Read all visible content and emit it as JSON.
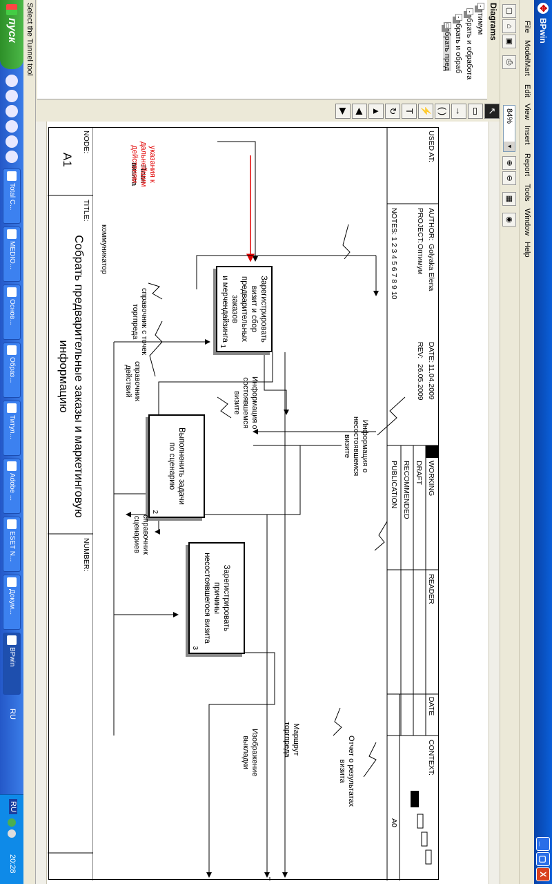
{
  "window": {
    "title": "BPwin",
    "minimize": "_",
    "maximize": "▢",
    "close": "X"
  },
  "menu": [
    "File",
    "ModelMart",
    "Edit",
    "View",
    "Insert",
    "Report",
    "Tools",
    "Window",
    "Help"
  ],
  "toolbar": {
    "zoom": "84%"
  },
  "diagrams_panel": {
    "header": "Diagrams",
    "items": [
      {
        "label": "Оптимум",
        "indent": 0
      },
      {
        "label": "Собрать и обработа",
        "indent": 1
      },
      {
        "label": "Собрать и обраб",
        "indent": 2
      },
      {
        "label": "Собрать пред",
        "indent": 3
      }
    ]
  },
  "status_text": "Select the Tunnel tool",
  "idef_header": {
    "used_at": "USED AT:",
    "author_label": "AUTHOR:",
    "author": "Golyaka Elena",
    "project_label": "PROJECT:",
    "project": "Оптимум",
    "date_label": "DATE:",
    "date": "11.04.2009",
    "rev_label": "REV:",
    "rev": "26.05.2009",
    "notes": "NOTES:  1  2  3  4  5  6  7  8  9  10",
    "statuses": [
      "WORKING",
      "DRAFT",
      "RECOMMENDED",
      "PUBLICATION"
    ],
    "reader": "READER",
    "date_col": "DATE",
    "context": "CONTEXT:",
    "context_node": "A0"
  },
  "idef_footer": {
    "node_label": "NODE:",
    "node": "A1",
    "title_label": "TITLE:",
    "title_line1": "Собрать предварительные  заказы и маркетинговую",
    "title_line2": "информацию",
    "number_label": "NUMBER:"
  },
  "activities": [
    {
      "line1": "Зарегистрировать визит и сбор",
      "line2": "предварительных заказов",
      "line3": "и мерчендайзинга",
      "num": "1"
    },
    {
      "line1": "Выполненить задачи",
      "line2": "по сценарию",
      "line3": "",
      "num": "2"
    },
    {
      "line1": "Зарегистрировать причины",
      "line2": "несостоявшегося визита",
      "line3": "",
      "num": "3"
    }
  ],
  "arrows": {
    "plan_visit": "План\nвизита",
    "instructions": "указания к\nдальнейшим\nдействиям",
    "communicator": "коммуникатор",
    "points_ref": "справочник с точек\nторгпреда",
    "actions_ref": "справочник\nдействий",
    "scenarios_ref": "справочник\nсценариев",
    "info_happened": "Информация о\nсостоявшемся\nвизите",
    "info_not_happened": "Информация о\nнесостоявшемся\nвизите",
    "display_image": "Изображение\nвыкладки",
    "route": "Маршрут\nторгпреда",
    "visit_report": "Отчет о результатах\nвизита"
  },
  "colors": {
    "red_arrow": "#e00000",
    "titlebar": "#0a5fd8"
  },
  "taskbar": {
    "start": "пуск",
    "tasks": [
      "Total C...",
      "MEDIO...",
      "Основ...",
      "Образ...",
      "Титул...",
      "Adobe ...",
      "ESET N...",
      "Докум...",
      "BPwin"
    ],
    "lang": "RU",
    "time": "20:28"
  }
}
